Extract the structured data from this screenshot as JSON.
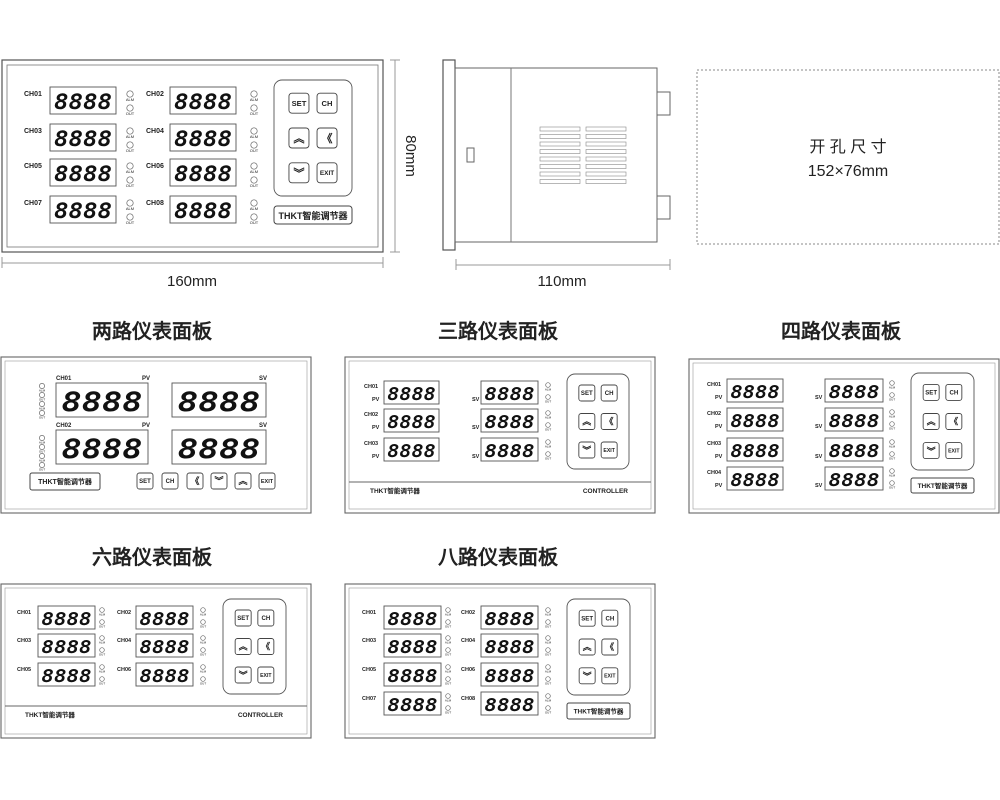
{
  "digits": "8888",
  "keys": {
    "set": "SET",
    "ch": "CH",
    "exit": "EXIT",
    "up": "︽",
    "down": "︾",
    "shift": "《"
  },
  "brand": "THKT智能调节器",
  "controller": "CONTROLLER",
  "led": {
    "alm": "ALM",
    "out": "OUT"
  },
  "pv": "PV",
  "sv": "SV",
  "channels": [
    "CH01",
    "CH02",
    "CH03",
    "CH04",
    "CH05",
    "CH06",
    "CH07",
    "CH08"
  ],
  "dimensions": {
    "width": "160mm",
    "height": "80mm",
    "depth": "110mm"
  },
  "cutout": {
    "title": "开 孔 尺 寸",
    "size": "152×76mm"
  },
  "panel_titles": {
    "two": "两路仪表面板",
    "three": "三路仪表面板",
    "four": "四路仪表面板",
    "six": "六路仪表面板",
    "eight": "八路仪表面板"
  }
}
